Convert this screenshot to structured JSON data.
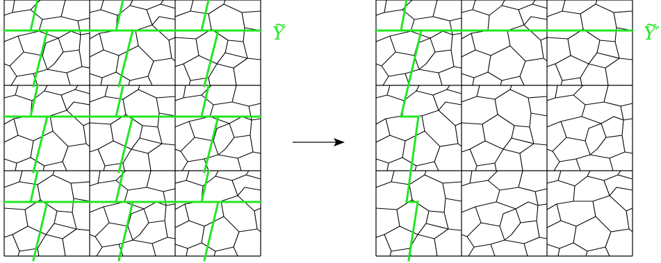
{
  "labels": {
    "left": "Y",
    "right": "Y′",
    "tilde": "~"
  },
  "colors": {
    "green": "#22e622",
    "line": "#000000"
  },
  "panels": [
    {
      "name": "left-tiling",
      "cut_style": "slanted-all-rows"
    },
    {
      "name": "right-tiling",
      "cut_style": "single-column-stepped"
    }
  ]
}
